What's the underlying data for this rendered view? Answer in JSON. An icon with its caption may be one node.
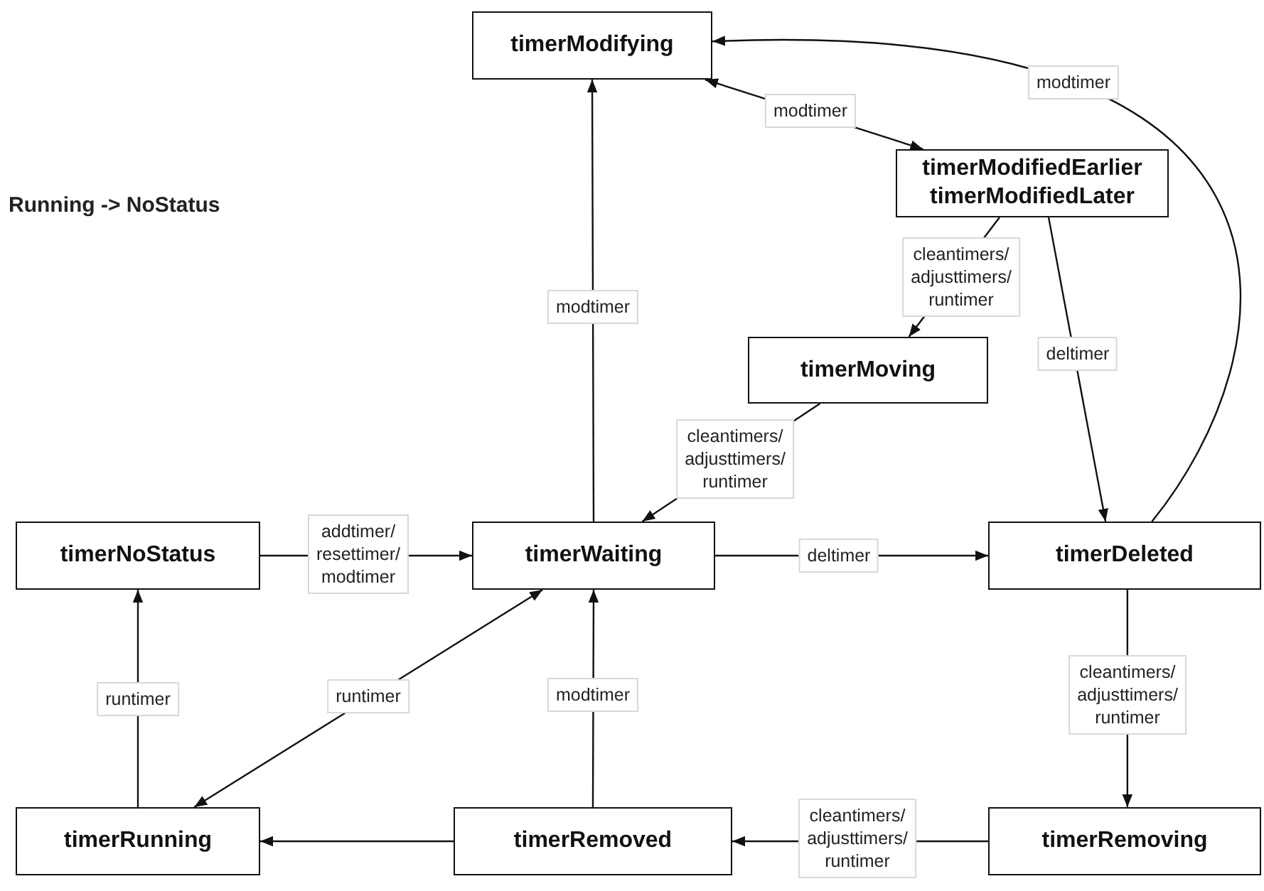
{
  "diagram": {
    "title": "Running -> NoStatus",
    "nodes": [
      {
        "text": [
          "timerModifying"
        ]
      },
      {
        "text": [
          "timerModifiedEarlier",
          "timerModifiedLater"
        ]
      },
      {
        "text": [
          "timerMoving"
        ]
      },
      {
        "text": [
          "timerNoStatus"
        ]
      },
      {
        "text": [
          "timerWaiting"
        ]
      },
      {
        "text": [
          "timerDeleted"
        ]
      },
      {
        "text": [
          "timerRunning"
        ]
      },
      {
        "text": [
          "timerRemoved"
        ]
      },
      {
        "text": [
          "timerRemoving"
        ]
      }
    ],
    "edges": [
      {
        "from": 0,
        "to": 1,
        "arrow": "both",
        "label": "modtimer"
      },
      {
        "from": 5,
        "to": 0,
        "arrow": "to",
        "label": "modtimer"
      },
      {
        "from": 4,
        "to": 0,
        "arrow": "to",
        "label": "modtimer"
      },
      {
        "from": 1,
        "to": 2,
        "arrow": "to",
        "label": "cleantimers/ adjusttimers/ runtimer"
      },
      {
        "from": 2,
        "to": 4,
        "arrow": "to",
        "label": "cleantimers/ adjusttimers/ runtimer"
      },
      {
        "from": 1,
        "to": 5,
        "arrow": "to",
        "label": "deltimer"
      },
      {
        "from": 3,
        "to": 4,
        "arrow": "to",
        "label": "addtimer/ resettimer/ modtimer"
      },
      {
        "from": 4,
        "to": 5,
        "arrow": "to",
        "label": "deltimer"
      },
      {
        "from": 5,
        "to": 8,
        "arrow": "to",
        "label": "cleantimers/ adjusttimers/ runtimer"
      },
      {
        "from": 8,
        "to": 7,
        "arrow": "to",
        "label": "cleantimers/ adjusttimers/ runtimer"
      },
      {
        "from": 7,
        "to": 6,
        "arrow": "to"
      },
      {
        "from": 6,
        "to": 3,
        "arrow": "to",
        "label": "runtimer"
      },
      {
        "from": 6,
        "to": 4,
        "arrow": "both",
        "label": "runtimer"
      },
      {
        "from": 7,
        "to": 4,
        "arrow": "to",
        "label": "modtimer"
      }
    ]
  }
}
